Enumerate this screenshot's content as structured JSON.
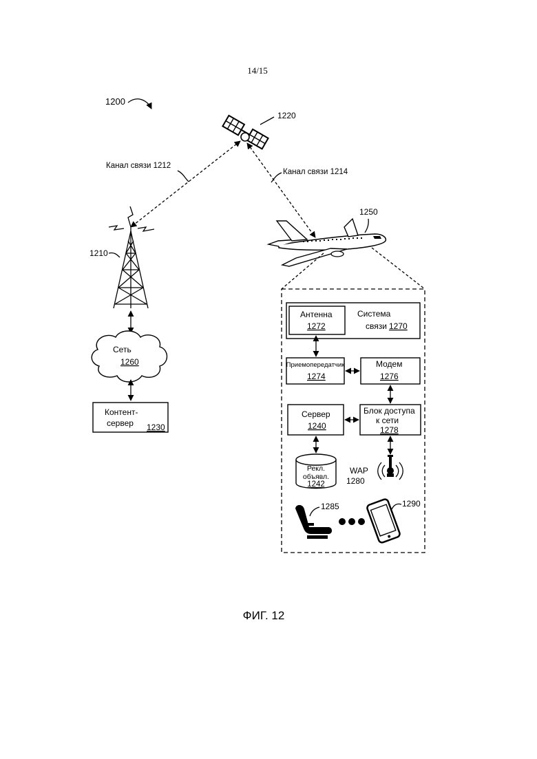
{
  "page_number": "14/15",
  "figure_ref": "1200",
  "figure_caption": "ФИГ. 12",
  "satellite": {
    "ref": "1220"
  },
  "links": [
    {
      "label": "Канал связи 1212"
    },
    {
      "label": "Канал связи 1214"
    }
  ],
  "tower": {
    "ref": "1210"
  },
  "aircraft": {
    "ref": "1250"
  },
  "network": {
    "label": "Сеть",
    "ref": "1260"
  },
  "content_server": {
    "label_line1": "Контент-",
    "label_line2": "сервер",
    "ref": "1230"
  },
  "comm_system": {
    "label_line1": "Система",
    "label_line2": "связи",
    "ref": "1270"
  },
  "antenna": {
    "label": "Антенна",
    "ref": "1272"
  },
  "transceiver": {
    "label": "Приемопередатчик",
    "ref": "1274"
  },
  "modem": {
    "label": "Модем",
    "ref": "1276"
  },
  "server": {
    "label": "Сервер",
    "ref": "1240"
  },
  "network_access": {
    "label_line1": "Блок доступа",
    "label_line2": "к сети",
    "ref": "1278"
  },
  "ads_db": {
    "label_line1": "Рекл.",
    "label_line2": "объявл.",
    "ref": "1242"
  },
  "wap": {
    "label": "WAP",
    "ref": "1280"
  },
  "seat": {
    "ref": "1285"
  },
  "phone": {
    "ref": "1290"
  }
}
